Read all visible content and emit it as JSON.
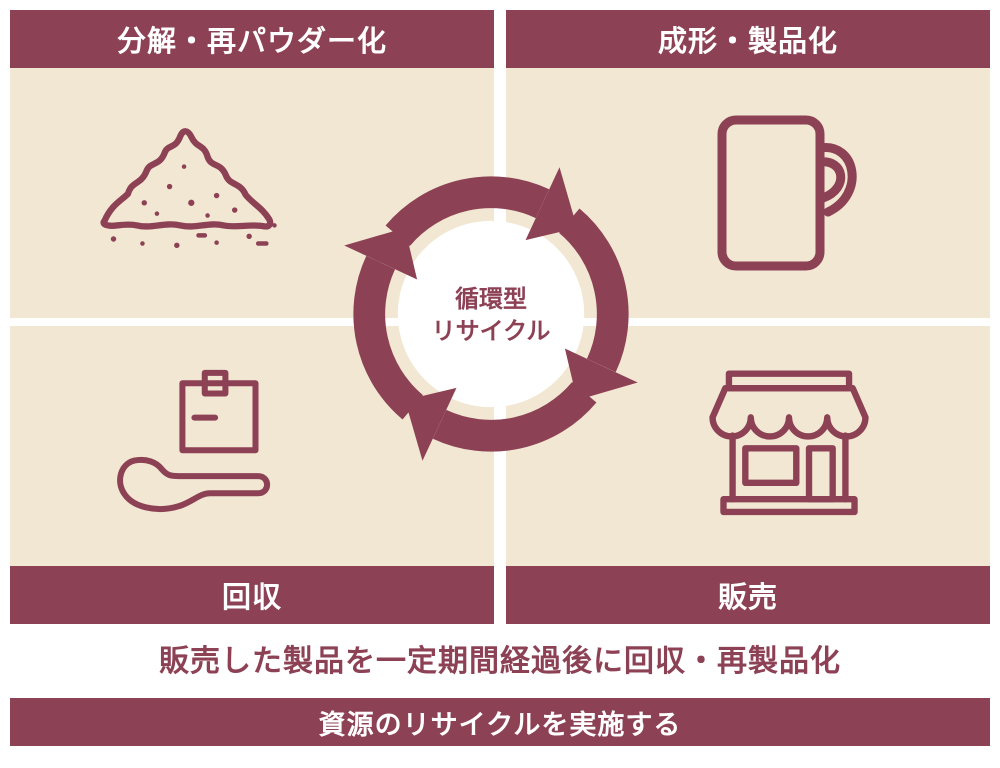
{
  "colors": {
    "maroon": "#8d4155",
    "beige": "#f2e7d2"
  },
  "quadrants": {
    "top_left": {
      "label": "分解・再パウダー化",
      "icon": "powder-pile-icon"
    },
    "top_right": {
      "label": "成形・製品化",
      "icon": "mug-icon"
    },
    "bottom_left": {
      "label": "回収",
      "icon": "hand-box-icon"
    },
    "bottom_right": {
      "label": "販売",
      "icon": "storefront-icon"
    }
  },
  "center": {
    "line1": "循環型",
    "line2": "リサイクル"
  },
  "caption": "販売した製品を一定期間経過後に回収・再製品化",
  "footer": "資源のリサイクルを実施する"
}
